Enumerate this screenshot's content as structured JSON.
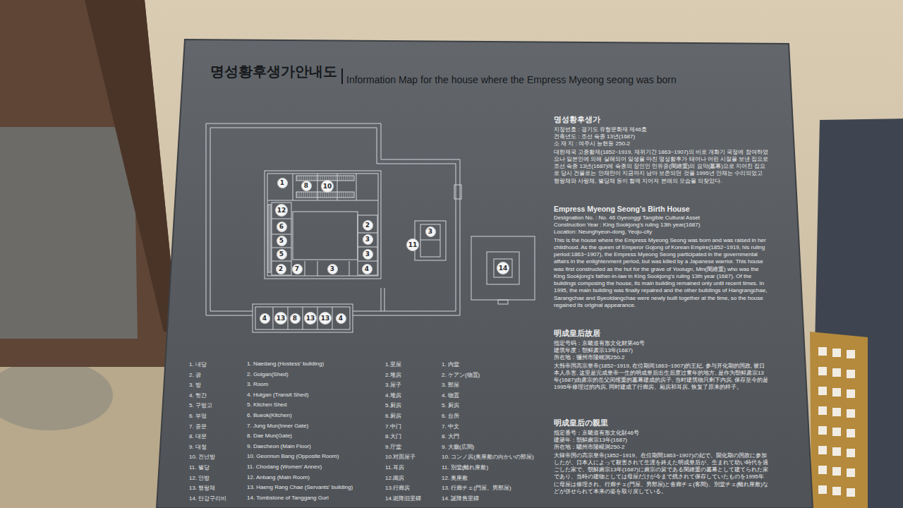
{
  "diagram": {
    "title": "명성황후생가안내도",
    "nodes": [
      {
        "text": [
          "1"
        ]
      },
      {
        "text": [
          "8"
        ]
      },
      {
        "text": [
          "10"
        ]
      },
      {
        "text": [
          "12"
        ]
      },
      {
        "text": [
          "2"
        ]
      },
      {
        "text": [
          "6"
        ]
      },
      {
        "text": [
          "3"
        ]
      },
      {
        "text": [
          "3"
        ]
      },
      {
        "text": [
          "5"
        ]
      },
      {
        "text": [
          "11"
        ]
      },
      {
        "text": [
          "5"
        ]
      },
      {
        "text": [
          "3"
        ]
      },
      {
        "text": [
          "2"
        ]
      },
      {
        "text": [
          "7"
        ]
      },
      {
        "text": [
          "3"
        ]
      },
      {
        "text": [
          "4"
        ]
      },
      {
        "text": [
          "14"
        ]
      },
      {
        "text": [
          "4"
        ]
      },
      {
        "text": [
          "13"
        ]
      },
      {
        "text": [
          "8"
        ]
      },
      {
        "text": [
          "13"
        ]
      },
      {
        "text": [
          "13"
        ]
      },
      {
        "text": [
          "4"
        ]
      }
    ],
    "labels": [
      "Information Map for the house where the Empress Myeong seong was born",
      "명성황후생가",
      "지정번호 : 경기도 유형문화재 제46호",
      "건축년도 : 조선 숙종 13년(1687)",
      "소 재 지 : 여주시 능현동 250-2",
      "대한제국 고종황제(1852~1919, 재위기간 1863~1907)의 비로 개화기 국정에 참여하였으나 일본인에 의해 살해되어 일생을 마친 명성황후가 태어나 어린 시절을 보낸 집으로 조선 숙종 13년(1687)에 숙종의 장인인 민유중(閔維重)의 묘막(墓幕)으로 지어진 집으로 당시 건물로는 안채만이 지금까지 남아 보존되던 것을 1995년 안채는 수리되었고 행랑채와 사랑채, 별당채 등이 함께 지어져 본래의 모습을 되찾았다.",
      "Empress Myeong Seong's Birth House",
      "Designation No. : No. 46 Gyeonggi Tangible Cultural Asset",
      "Construction Year : King Sookjong's ruling 13th year(1687)",
      "Location: Neunghyeon-dong, Yeoju-city",
      "This is the house where the Empress Myeong Seong was born and was raised in her childhood. As the queen of Emperor Gojong of Korean Empire(1852~1919, his ruling period:1863~1907), the Empress Myeong Seong participated in the governmental affairs in the enlightenment period, but was killed by a Japanese warrior. This house was first constructed as the hut for the grave of Yooiugn, Min(閔維重) who was the King Sookjong's father-in-law in King Sookjong's ruling 13th year (1687). Of the buildings composing the house, its main building remained only until recent times. In 1995, the main building was finally repaired and the other buildings of Hangrangchae, Sarangchae and Byeoldangchae were newly built together at the time, so the house regained its original appearance.",
      "明成皇后故居",
      "指定号码：京畿道有形文化财第46号",
      "建筑年度：朝鲜肃宗13年(1687)",
      "所在地：骊州市陵岘洞250-2",
      "大韩帝国高宗皇帝(1852~1919, 在位期间1863~1907)的王妃, 参与开化期的国政, 被日本人杀害, 这里是完成皇帝一生的明成皇后出生后度过童年的地方, 是作为朝鲜肃宗13年(1687)由肃宗的岳父闵维重的墓幕建成的房子, 当时建筑物只剩下内房, 保存至今的是1995年修理过的内房, 同时建成了行廊房、厢房和耳房, 恢复了原来的样子。",
      "明成皇后の親里",
      "指定番号：京畿道有形文化財46号",
      "建築年：朝鮮粛宗13年(1687)",
      "所在地：驪州市陵峴洞250-2",
      "大韓帝国の高宗皇帝(1852~1919、在位期間1863~1907)の妃で、開化期の国政に参加したが、日本人によって殺害されて生涯を終えた明成皇后が、生まれて幼い時代を過ごした家で、朝鮮粛宗13年(1687)に粛宗の舅である閔維重の墓幕として建てられた家であり、当時の建物としては母屋だけが今まで残されて保存していたものを1995年に母屋は修理され、行廊チェ(門屋、男部屋)と舍廊チェ(客間)、別堂チェ(離れ座敷)などが併せられて本来の姿を取り戻している。",
      "1. 내당",
      "2. 광",
      "3. 방",
      "4. 헛간",
      "5. 구방고",
      "6. 부엌",
      "7. 중문",
      "8. 대문",
      "9. 대청",
      "10. 건넌방",
      "11. 별당",
      "12. 안방",
      "13. 행랑채",
      "14. 탄강구리비",
      "1. Naedang (Hostess' building)",
      "2. Golgan(Shed)",
      "3. Room",
      "4. Hutgan (Transit Shed)",
      "5. Kitchen Shed",
      "6. Bueok(Kitchen)",
      "7. Jung Mun(Inner Gate)",
      "8. Dae Mun(Gate)",
      "9. Daecheon (Main Floor)",
      "10. Geonnun Bang (Opposite Room)",
      "11. Chodang (Women' Annex)",
      "12. Anbang (Main Room)",
      "13. Haeng Rang Chae (Servants' building)",
      "14. Tombstone of Tanggang Guri",
      "1.里屋",
      "2.堆房",
      "3.屋子",
      "4.堆房",
      "5.厨房",
      "6.厨房",
      "7.中门",
      "8.大门",
      "9.厅堂",
      "10.对面屋子",
      "11.耳房",
      "12.闺房",
      "13.行廊房",
      "14.诞降旧里碑",
      "1. 内堂",
      "2. ケアン(物置)",
      "3. 部屋",
      "4. 物置",
      "5. 厨房",
      "6. 台所",
      "7. 中文",
      "8. 大門",
      "9. 大廳(広間)",
      "10. コンノ房(奥座敷の向かいの部屋)",
      "11. 別堂(離れ座敷)",
      "12. 奥座敷",
      "13. 行廊チェ(門屋、男部屋)",
      "14. 誕降舊里碑"
    ]
  }
}
